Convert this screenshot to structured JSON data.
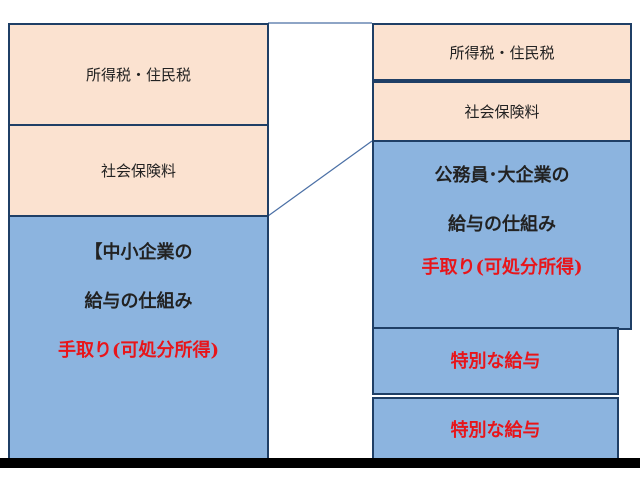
{
  "left": {
    "tax_label": "所得税・住民税",
    "insurance_label": "社会保険料",
    "main_title_line1": "【中小企業の",
    "main_title_line2": "給与の仕組み",
    "take_home": "手取り(可処分所得)"
  },
  "right": {
    "tax_label": "所得税・住民税",
    "insurance_label": "社会保険料",
    "main_title_line1": "公務員･大企業の",
    "main_title_line2": "給与の仕組み",
    "take_home": "手取り(可処分所得)",
    "bonus_1": "特別な給与",
    "bonus_2": "特別な給与"
  },
  "colors": {
    "peach": "#fbe2d0",
    "blue": "#8cb4df",
    "border": "#1f3f66",
    "red_text": "#e8151a"
  }
}
